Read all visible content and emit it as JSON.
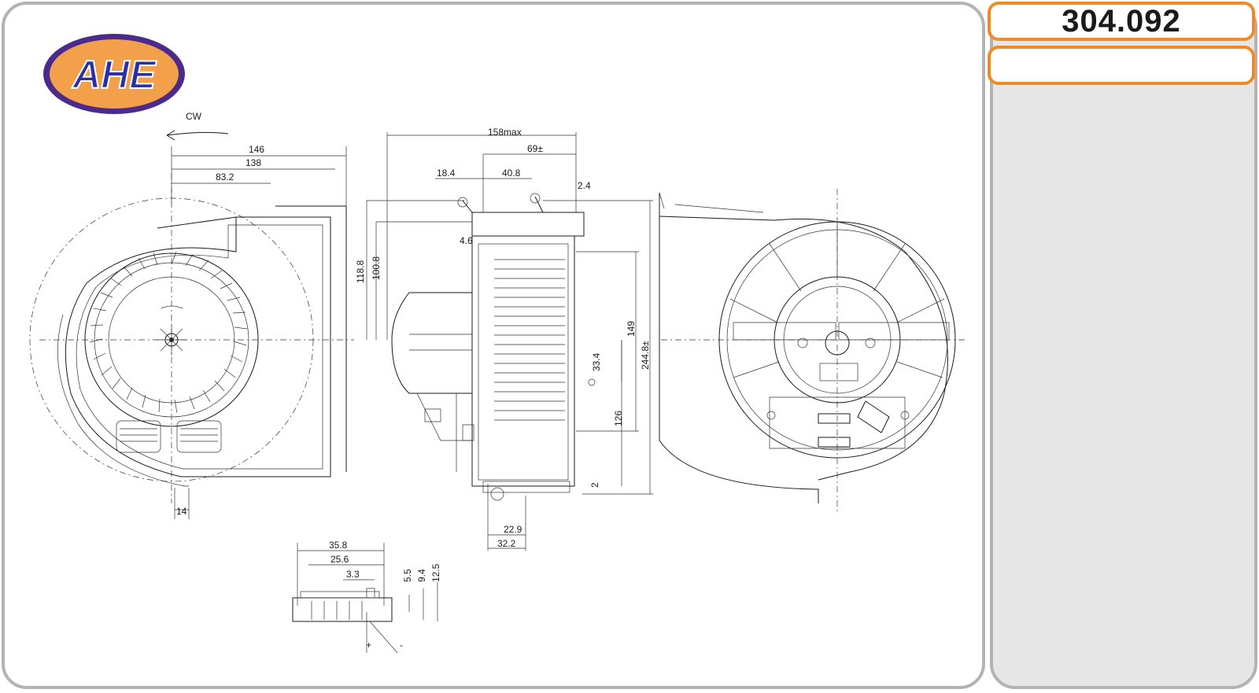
{
  "header": {
    "part_number": "304.092",
    "description": ""
  },
  "logo": {
    "text": "AHE",
    "colors": {
      "ring": "#4b2a8c",
      "fill": "#f2a04a",
      "text": "#2a2fa8"
    }
  },
  "drawing": {
    "rotation_label": "CW",
    "dims_front": {
      "d146": "146",
      "d138": "138",
      "d83": "83.2",
      "d14": "14"
    },
    "dims_side": {
      "d158": "158max",
      "d69": "69±",
      "d18": "18.4",
      "d40": "40.8",
      "d2_4": "2.4",
      "d4_6": "4.6",
      "d118": "118.8",
      "d100": "100.8",
      "d149": "149",
      "d244": "244.8±",
      "d33": "33.4",
      "d126": "126",
      "d2": "2",
      "d22": "22.9",
      "d32": "32.2"
    },
    "dims_conn": {
      "d35": "35.8",
      "d25": "25.6",
      "d3_3": "3.3",
      "d5_5": "5.5",
      "d9_4": "9.4",
      "d12_5": "12.5",
      "plus": "+",
      "minus": "-"
    }
  },
  "colors": {
    "accent": "#f08a24",
    "frame": "#b3b3b3",
    "side": "#e6e6e6"
  }
}
